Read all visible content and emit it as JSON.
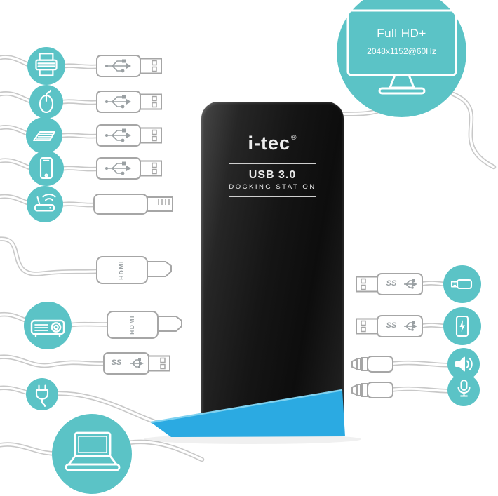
{
  "product": {
    "brand": "i-tec",
    "registered": "®",
    "model": "USB 3.0",
    "model_type": "DOCKING STATION"
  },
  "display_callout": {
    "title": "Full HD+",
    "resolution": "2048x1152@60Hz",
    "icon": "monitor-icon"
  },
  "connector_labels": {
    "hdmi": "HDMI",
    "superspeed": "SS"
  },
  "colors": {
    "accent_teal": "#5BC3C6",
    "base_blue": "#2BAAE2",
    "dock_black": "#161616",
    "cable_gray": "#C8C8C8",
    "connector_outline": "#A6A6A6"
  },
  "left_connections": [
    {
      "icon": "printer-icon",
      "connector": "usb-a"
    },
    {
      "icon": "mouse-icon",
      "connector": "usb-a"
    },
    {
      "icon": "keyboard-icon",
      "connector": "usb-a"
    },
    {
      "icon": "tablet-icon",
      "connector": "usb-a"
    },
    {
      "icon": "router-icon",
      "connector": "ethernet-rj45"
    },
    {
      "icon": "display-cable",
      "connector": "hdmi"
    },
    {
      "icon": "projector-icon",
      "connector": "hdmi"
    },
    {
      "icon": "power-plug-icon",
      "connector": "usb-3.0"
    },
    {
      "icon": "laptop-icon",
      "connector": "host-cable"
    }
  ],
  "right_connections": [
    {
      "icon": "usb-flash-drive-icon",
      "connector": "usb-3.0"
    },
    {
      "icon": "smartphone-charging-icon",
      "connector": "usb-3.0"
    },
    {
      "icon": "speaker-icon",
      "connector": "audio-jack-3.5mm"
    },
    {
      "icon": "microphone-icon",
      "connector": "audio-jack-3.5mm"
    }
  ]
}
